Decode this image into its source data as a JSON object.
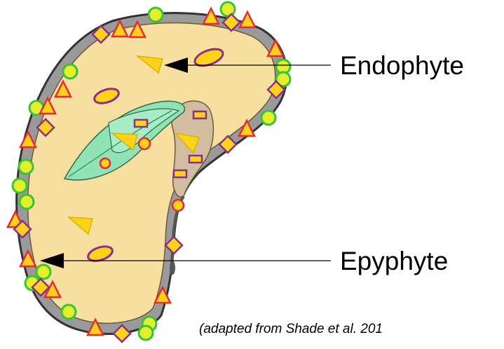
{
  "labels": {
    "endophyte": "Endophyte",
    "epiphyte": "Epyphyte",
    "citation": "(adapted from Shade et al. 201"
  },
  "legend_colors": {
    "seed_coat": "#9a9a9a",
    "coat_outline": "#333333",
    "endosperm": "#f7dfa0",
    "cotyledon": "#8fe3b4",
    "radicle": "#d2bda0",
    "triangle_fill": "#ffd21a",
    "marker_outline": "#8a2f8a",
    "red_outline": "#e8283a",
    "circle_fill": "#e4ef2c",
    "circle_outline": "#37c337"
  }
}
